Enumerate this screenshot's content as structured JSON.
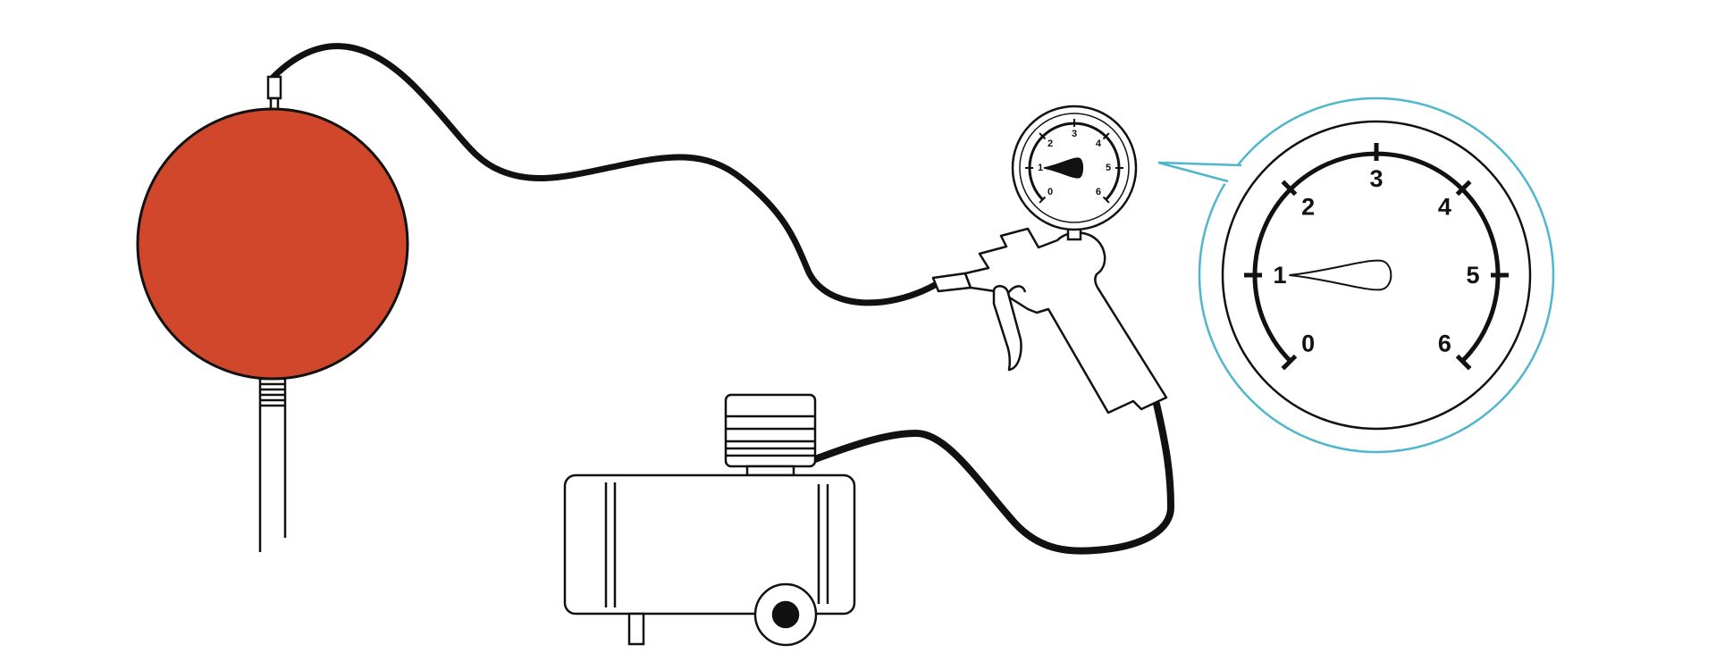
{
  "diagram": {
    "colors": {
      "ball": "#D0472C",
      "outline": "#111111",
      "callout": "#4FB6CC",
      "background": "#FFFFFF"
    },
    "gauge": {
      "min": 0,
      "max": 6,
      "labels": [
        "0",
        "1",
        "2",
        "3",
        "4",
        "5",
        "6"
      ],
      "needle_value": 1
    },
    "components": [
      "ball",
      "ball-stand",
      "ball-valve",
      "inflation-hose",
      "air-gun",
      "pressure-gauge-small",
      "pressure-gauge-zoomed",
      "air-compressor",
      "compressor-hose"
    ]
  }
}
